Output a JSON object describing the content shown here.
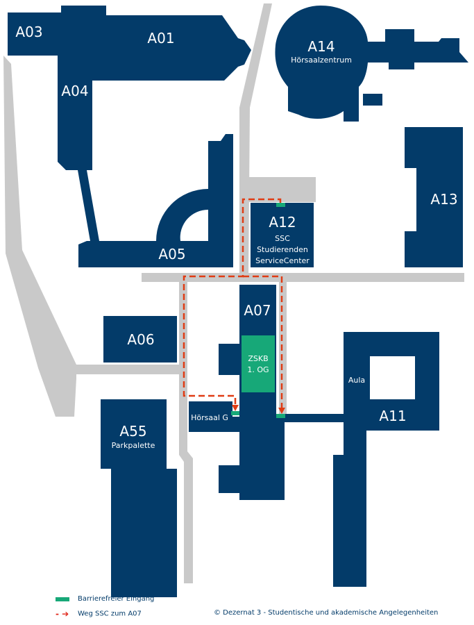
{
  "colors": {
    "building": "#033b69",
    "road": "#c9c9c9",
    "entrance": "#17a878",
    "route": "#e03c14"
  },
  "buildings": {
    "a01": "A01",
    "a03": "A03",
    "a04": "A04",
    "a05": "A05",
    "a06": "A06",
    "a07": "A07",
    "a11": "A11",
    "a11_sub": "Aula",
    "a12": "A12",
    "a12_sub1": "SSC",
    "a12_sub2": "Studierenden",
    "a12_sub3": "ServiceCenter",
    "a13": "A13",
    "a14": "A14",
    "a14_sub": "Hörsaalzentrum",
    "a55": "A55",
    "a55_sub": "Parkpalette",
    "hoersaal_g": "Hörsaal G",
    "zskb1": "ZSKB",
    "zskb2": "1. OG"
  },
  "legend": {
    "entrance": "Barrierefreier Eingang",
    "route": "Weg SSC zum A07"
  },
  "copyright": "© Dezernat 3 - Studentische und akademische Angelegenheiten"
}
